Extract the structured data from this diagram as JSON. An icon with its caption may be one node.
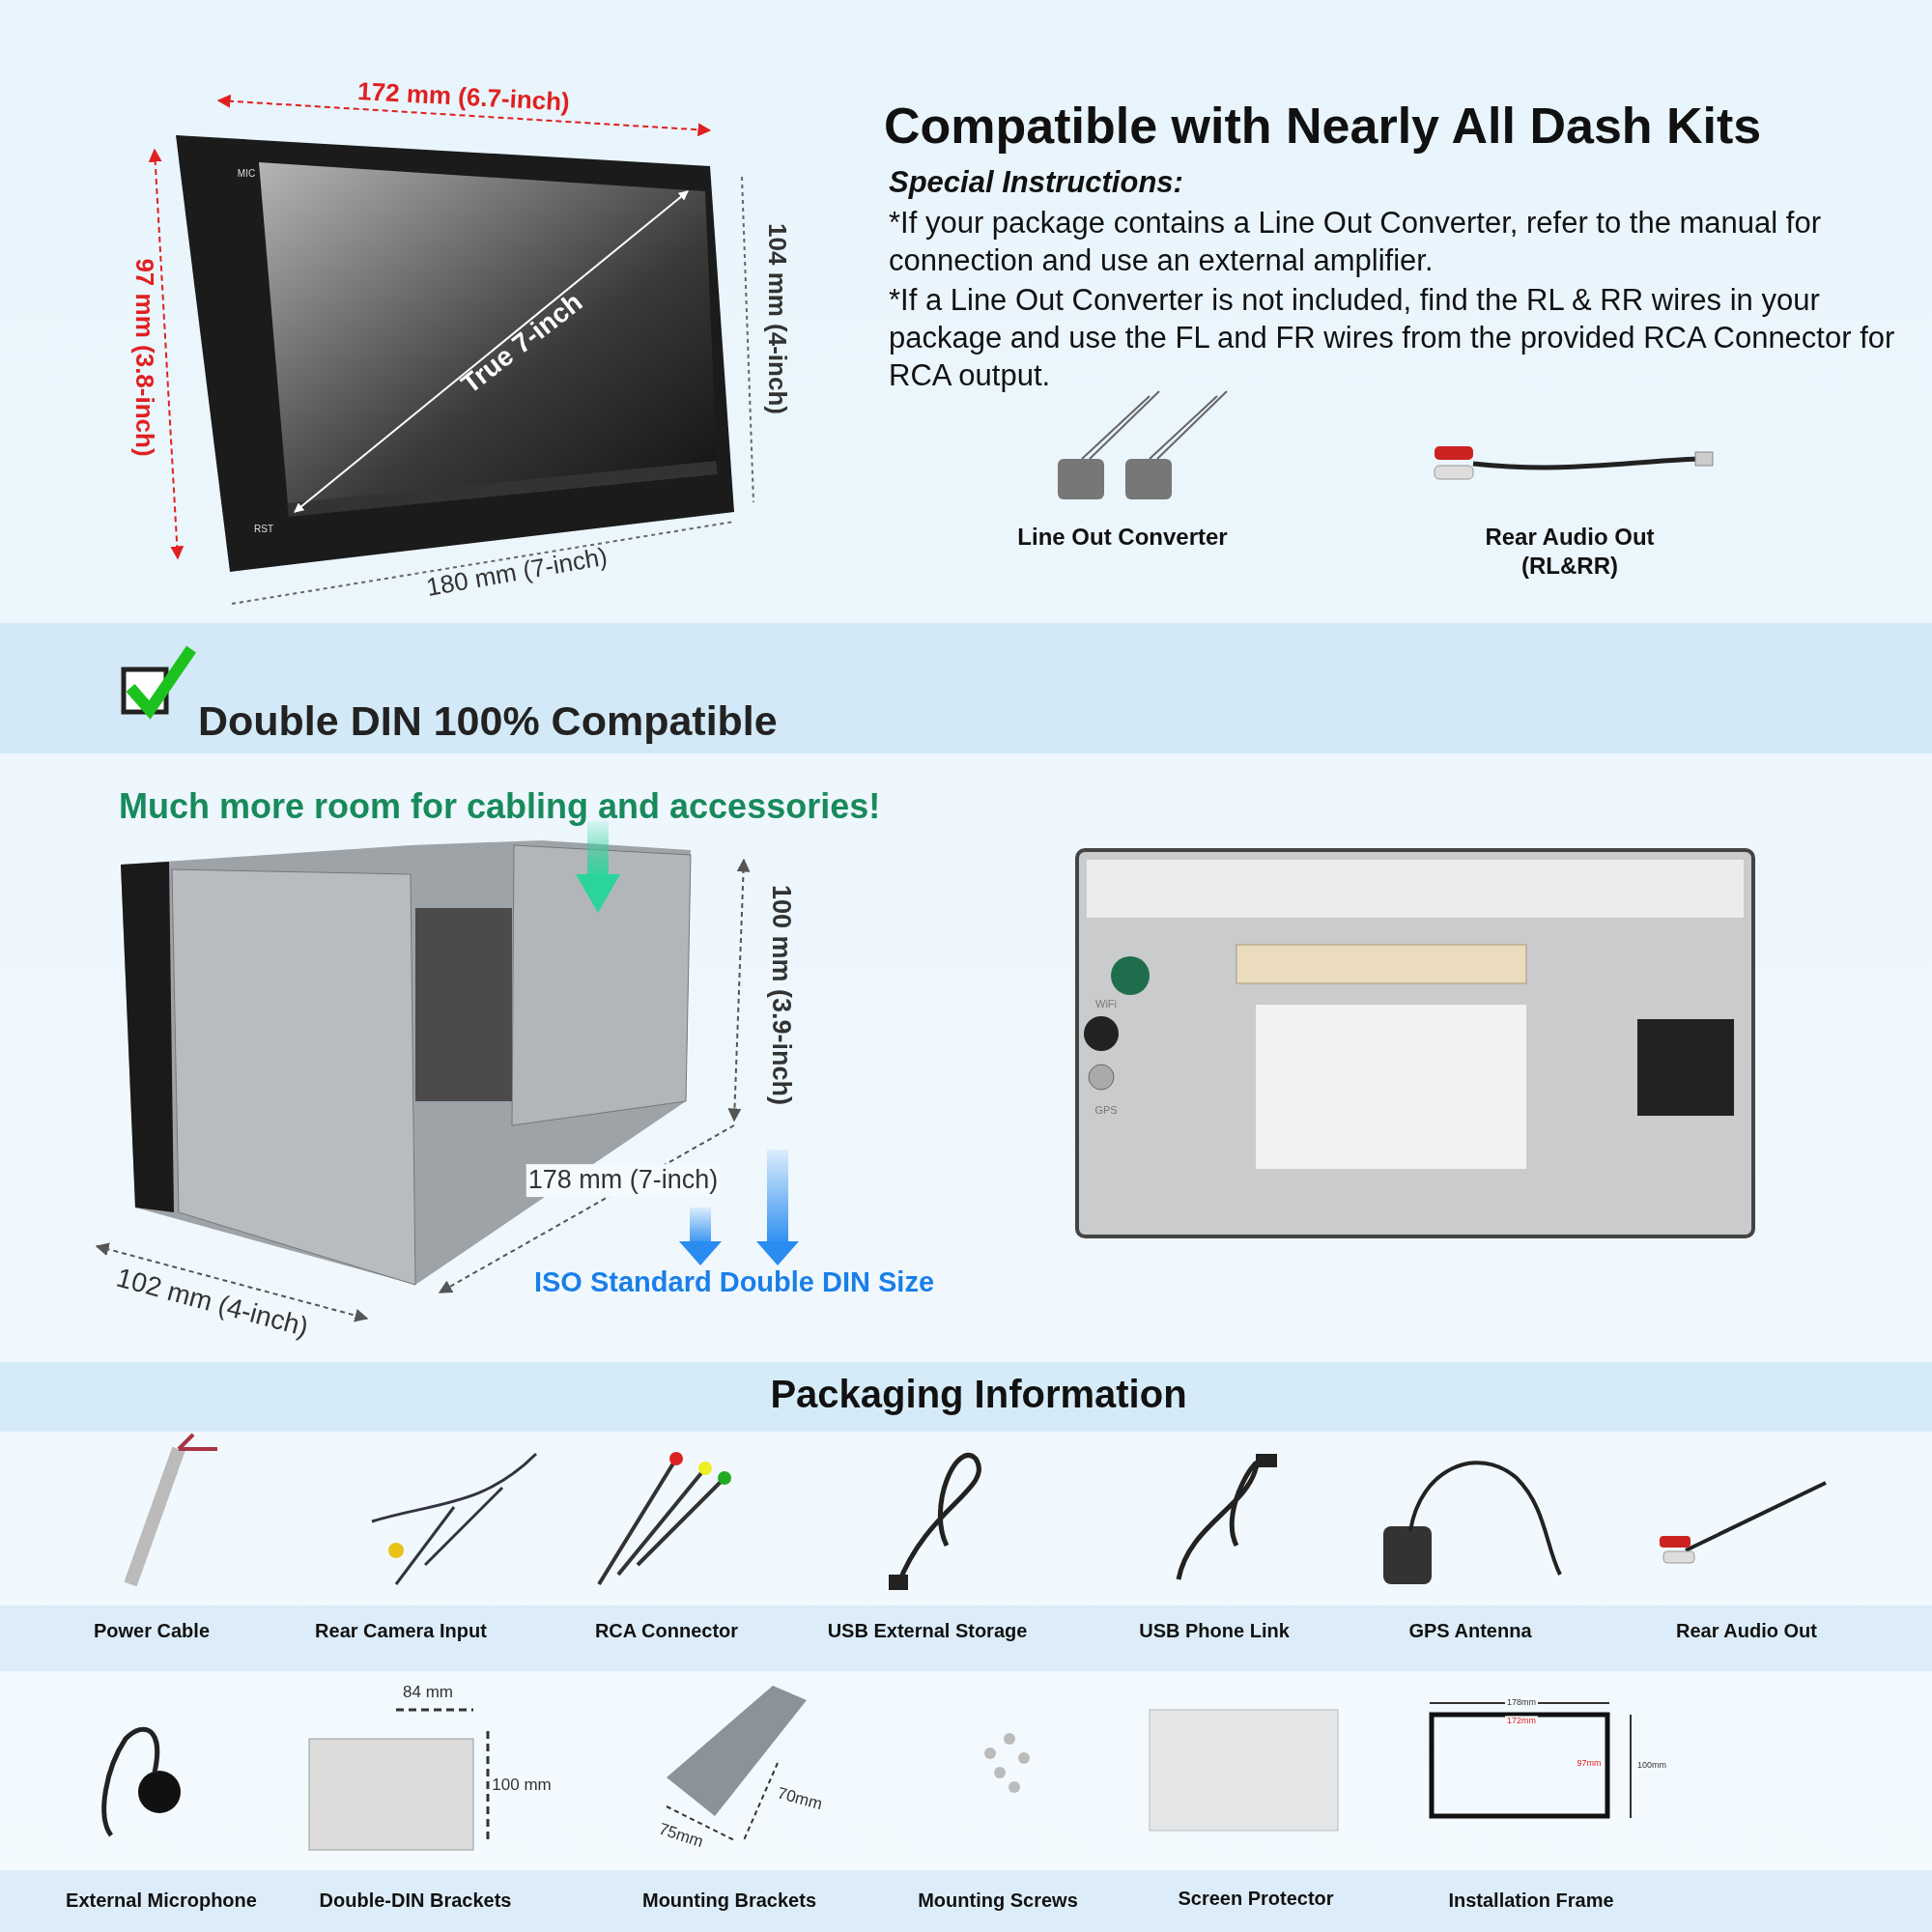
{
  "diagram": {
    "title": "Compatible with Nearly All Dash Kits",
    "labels": [
      "172 mm (6.7-inch)",
      "Special Instructions:",
      "*If your package contains a Line Out Converter, refer to the manual for connection and use an external amplifier.",
      "*If a Line Out Converter is not included, find the RL & RR wires in your package and use the FL and FR wires from the provided RCA Connector for RCA output.",
      "MIC",
      "97 mm (3.8-inch)",
      "True 7-inch",
      "104 mm (4-inch)",
      "RST",
      "180 mm (7-inch)",
      "Line Out Converter",
      "Rear Audio Out (RL&RR)",
      "Double DIN 100% Compatible",
      "Much more room for cabling and accessories!",
      "100 mm (3.9-inch)",
      "WiFi",
      "GPS",
      "178 mm (7-inch)",
      "102 mm (4-inch)",
      "ISO Standard Double DIN Size",
      "Packaging Information",
      "Power Cable",
      "Rear Camera Input",
      "RCA Connector",
      "USB External Storage",
      "USB Phone Link",
      "GPS Antenna",
      "Rear Audio Out",
      "84 mm",
      "100 mm",
      "75mm",
      "70mm",
      "178mm",
      "172mm",
      "97mm",
      "100mm",
      "External Microphone",
      "Double-DIN Brackets",
      "Mounting Brackets",
      "Mounting Screws",
      "Screen Protector",
      "Installation Frame"
    ]
  }
}
